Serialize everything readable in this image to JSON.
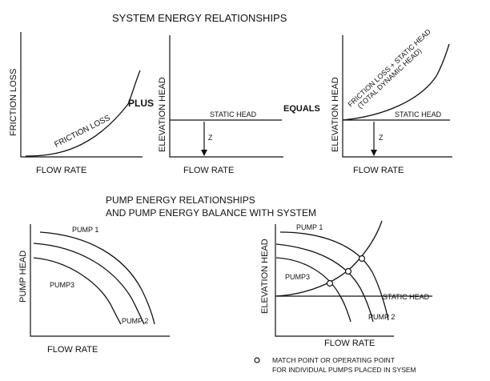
{
  "titles": {
    "system": "SYSTEM ENERGY RELATIONSHIPS",
    "pump_line1": "PUMP ENERGY RELATIONSHIPS",
    "pump_line2": "AND PUMP ENERGY BALANCE WITH SYSTEM"
  },
  "panel_friction": {
    "ylabel": "FRICTION LOSS",
    "xlabel": "FLOW RATE",
    "curve_label": "FRICTION LOSS"
  },
  "operators": {
    "plus": "PLUS",
    "equals": "EQUALS"
  },
  "panel_elevation": {
    "ylabel": "ELEVATION HEAD",
    "xlabel": "FLOW RATE",
    "static_head": "STATIC HEAD",
    "z": "Z"
  },
  "panel_total": {
    "ylabel": "ELEVATION HEAD",
    "xlabel": "FLOW RATE",
    "static_head": "STATIC HEAD",
    "z": "Z",
    "curve_label_1": "FRICTION LOSS + STATIC HEAD",
    "curve_label_2": "(TOTAL DYNAMIC HEAD)"
  },
  "panel_pumps": {
    "ylabel": "PUMP HEAD",
    "xlabel": "FLOW RATE",
    "pump1": "PUMP 1",
    "pump2": "PUMP 2",
    "pump3": "PUMP3"
  },
  "panel_balance": {
    "ylabel": "ELEVATION HEAD",
    "xlabel": "FLOW RATE",
    "pump1": "PUMP 1",
    "pump2": "PUMP 2",
    "pump3": "PUMP3",
    "static_head": "STATIC HEAD"
  },
  "legend": {
    "line1": "MATCH POINT OR OPERATING POINT",
    "line2": "FOR INDIVIDUAL PUMPS PLACED IN SYSEM"
  }
}
